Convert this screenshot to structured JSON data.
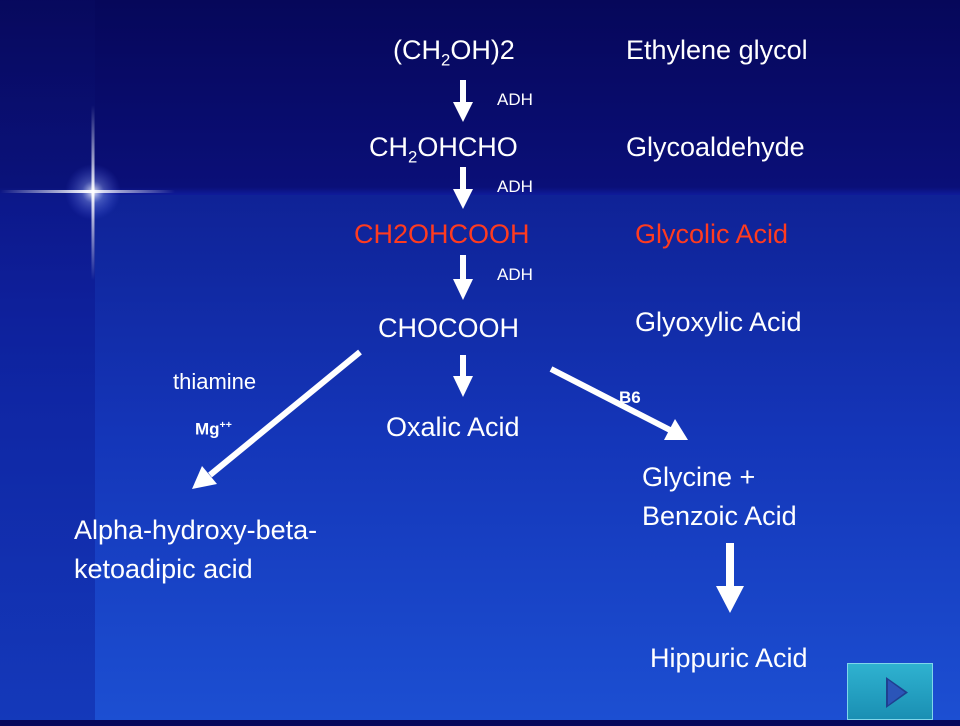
{
  "pathway": {
    "ethylene_glycol": {
      "formula": {
        "pre": "(CH",
        "sub": "2",
        "post": "OH)2"
      },
      "name": "Ethylene glycol"
    },
    "glycoaldehyde": {
      "formula": {
        "pre": "CH",
        "sub": "2",
        "post": "OHCHO"
      },
      "name": "Glycoaldehyde"
    },
    "glycolic_acid": {
      "formula": "CH2OHCOOH",
      "name": "Glycolic Acid"
    },
    "glyoxylic_acid": {
      "formula": "CHOCOOH",
      "name": "Glyoxylic Acid"
    },
    "oxalic_acid": {
      "name": "Oxalic Acid"
    },
    "glycine_benzoic": {
      "line1": "Glycine +",
      "line2": "Benzoic Acid"
    },
    "hippuric_acid": {
      "name": "Hippuric Acid"
    },
    "alpha_hydroxy": {
      "line1": "Alpha-hydroxy-beta-",
      "line2": "ketoadipic acid"
    }
  },
  "enzymes": {
    "adh_1": "ADH",
    "adh_2": "ADH",
    "adh_3": "ADH",
    "thiamine": "thiamine",
    "mg": {
      "base": "Mg",
      "sup": "++"
    },
    "b6": "B6"
  },
  "colors": {
    "highlight": "#ff3b1f",
    "text": "#ffffff",
    "nav_button": "#1a8fb3"
  },
  "nav": {
    "icon": "play-next-icon"
  }
}
